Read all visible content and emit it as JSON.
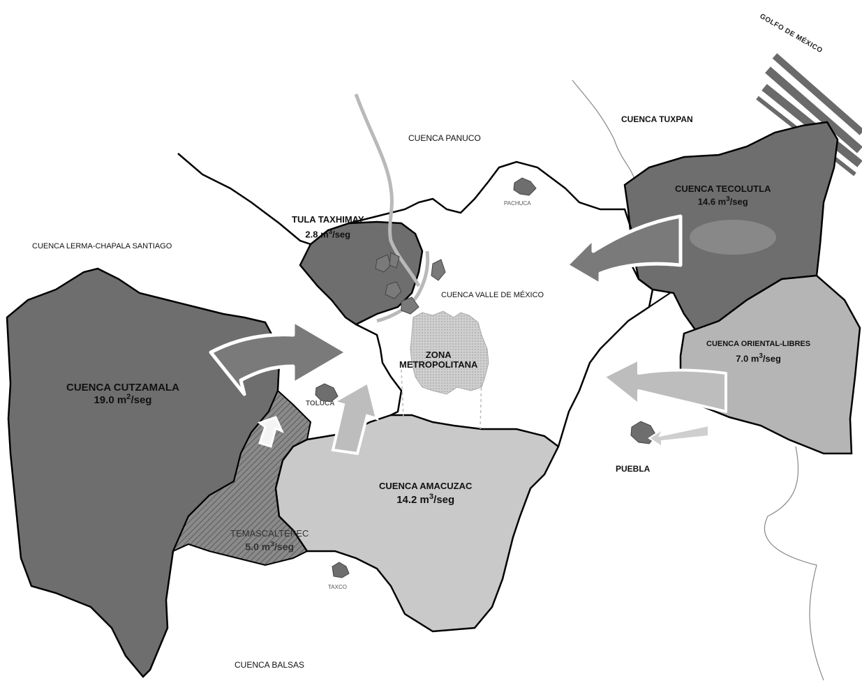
{
  "map": {
    "regions": {
      "panuco": {
        "label": "CUENCA PANUCO"
      },
      "tuxpan": {
        "label": "CUENCA TUXPAN"
      },
      "lerma": {
        "label": "CUENCA LERMA-CHAPALA SANTIAGO"
      },
      "valle": {
        "label": "CUENCA VALLE DE MÉXICO"
      },
      "balsas": {
        "label": "CUENCA BALSAS"
      },
      "tula": {
        "label": "TULA TAXHIMAY",
        "rate_value": "2.8 m",
        "rate_exp": "3",
        "rate_unit": "/seg"
      },
      "tecolutla": {
        "label": "CUENCA TECOLUTLA",
        "rate_value": "14.6 m",
        "rate_exp": "3",
        "rate_unit": "/seg"
      },
      "cutzamala": {
        "label": "CUENCA CUTZAMALA",
        "rate_value": "19.0 m",
        "rate_exp": "2",
        "rate_unit": "/seg"
      },
      "oriental": {
        "label": "CUENCA ORIENTAL-LIBRES",
        "rate_value": "7.0 m",
        "rate_exp": "3",
        "rate_unit": "/seg"
      },
      "amacuzac": {
        "label": "CUENCA AMACUZAC",
        "rate_value": "14.2 m",
        "rate_exp": "3",
        "rate_unit": "/seg"
      },
      "temascaltepec": {
        "label": "TEMASCALTEPEC",
        "rate_value": "5.0 m",
        "rate_exp": "3",
        "rate_unit": "/seg"
      }
    },
    "zona": {
      "line1": "ZONA",
      "line2": "METROPOLITANA"
    },
    "cities": {
      "pachuca": "PACHUCA",
      "toluca": "TOLUCA",
      "taxco": "TAXCO",
      "puebla": "PUEBLA"
    },
    "gulf": "GOLFO DE MÉXICO",
    "colors": {
      "dark_basin": "#6e6e6e",
      "mid_basin": "#8f8f8f",
      "light_basin": "#c9c9c9",
      "arrow_dark": "#7a7a7a",
      "arrow_light": "#bdbdbd",
      "river": "#b9b9b9",
      "border": "#000000"
    }
  }
}
